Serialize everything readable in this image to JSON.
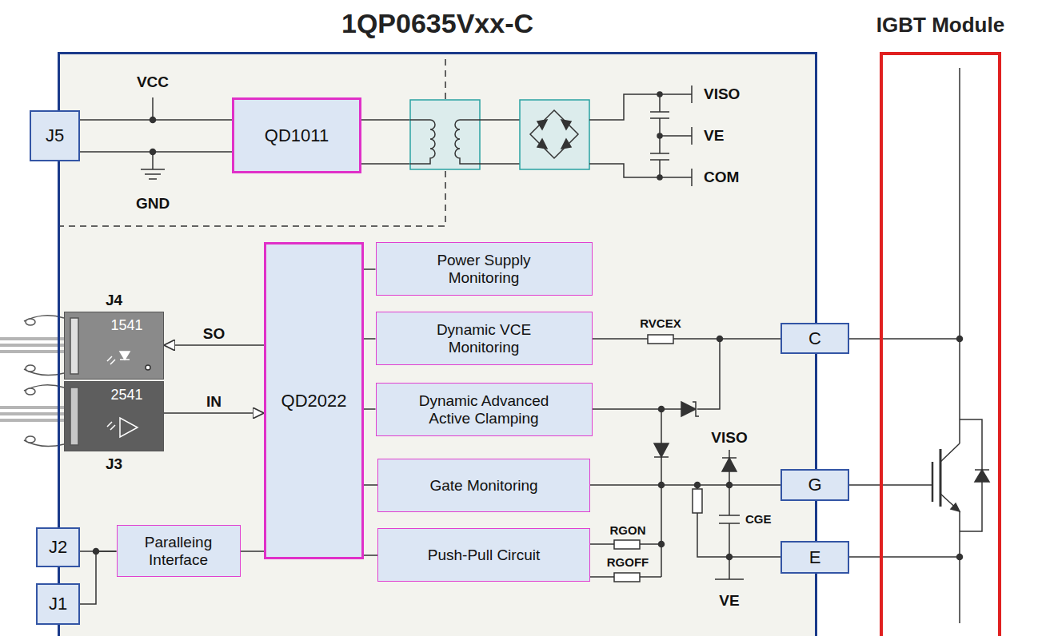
{
  "diagram": {
    "nodes": [
      {
        "text": [
          "1QP0635Vxx-C"
        ]
      },
      {
        "text": [
          "J5"
        ],
        "in": 0
      },
      {
        "text": [
          "QD1011"
        ],
        "in": 0
      },
      {
        "text": [
          "J4",
          "1541"
        ],
        "in": 0
      },
      {
        "text": [
          "2541",
          "J3"
        ],
        "in": 0
      },
      {
        "text": [
          "QD2022"
        ],
        "in": 0
      },
      {
        "text": [
          "Power Supply Monitoring"
        ],
        "in": 0
      },
      {
        "text": [
          "Dynamic VCE Monitoring"
        ],
        "in": 0
      },
      {
        "text": [
          "Dynamic Advanced Active Clamping"
        ],
        "in": 0
      },
      {
        "text": [
          "Gate Monitoring"
        ],
        "in": 0
      },
      {
        "text": [
          "Push-Pull Circuit"
        ],
        "in": 0
      },
      {
        "text": [
          "Paralleing Interface"
        ],
        "in": 0
      },
      {
        "text": [
          "J2"
        ],
        "in": 0
      },
      {
        "text": [
          "J1"
        ],
        "in": 0
      },
      {
        "text": [
          "C"
        ],
        "in": 0
      },
      {
        "text": [
          "G"
        ],
        "in": 0
      },
      {
        "text": [
          "E"
        ],
        "in": 0
      },
      {
        "text": [
          "IGBT Module"
        ]
      }
    ],
    "edges": [
      {
        "from": 1,
        "to": 2,
        "arrow": "none"
      },
      {
        "from": 1,
        "to": 2,
        "arrow": "none"
      },
      {
        "from": 5,
        "to": 3,
        "arrow": "to",
        "label": "SO"
      },
      {
        "from": 4,
        "to": 5,
        "arrow": "to",
        "label": "IN"
      },
      {
        "from": 5,
        "to": 6,
        "arrow": "none"
      },
      {
        "from": 5,
        "to": 7,
        "arrow": "none"
      },
      {
        "from": 5,
        "to": 8,
        "arrow": "none"
      },
      {
        "from": 5,
        "to": 9,
        "arrow": "none"
      },
      {
        "from": 5,
        "to": 10,
        "arrow": "none"
      },
      {
        "from": 11,
        "to": 5,
        "arrow": "none"
      },
      {
        "from": 12,
        "to": 11,
        "arrow": "none"
      },
      {
        "from": 13,
        "to": 11,
        "arrow": "none"
      },
      {
        "from": 7,
        "to": 14,
        "arrow": "none"
      },
      {
        "from": 9,
        "to": 15,
        "arrow": "none"
      },
      {
        "from": 14,
        "to": 17,
        "arrow": "none"
      },
      {
        "from": 15,
        "to": 17,
        "arrow": "none"
      },
      {
        "from": 16,
        "to": 17,
        "arrow": "none"
      }
    ],
    "labels": [
      "VCC",
      "GND",
      "VISO",
      "VE",
      "COM",
      "RVCEX",
      "VISO",
      "CGE",
      "VE",
      "RGON",
      "RGOFF"
    ]
  }
}
